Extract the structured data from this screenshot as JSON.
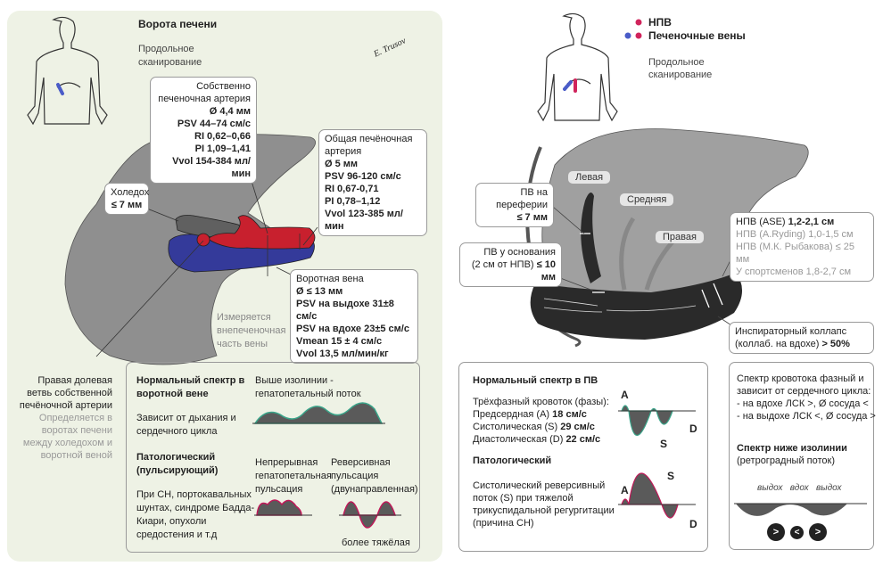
{
  "left": {
    "title": "Ворота печени",
    "scan": [
      "Продольное",
      "сканирование"
    ],
    "signature": "E. Trusov",
    "proper_artery": {
      "lines": [
        "Собственно",
        "печеночная артерия"
      ],
      "values": [
        "Ø 4,4 мм",
        "PSV 44–74 см/с",
        "RI 0,62–0,66",
        "PI 1,09–1,41",
        "Vvol 154-384 мл/мин"
      ]
    },
    "common_artery": {
      "lines": [
        "Общая печёночная",
        "артерия"
      ],
      "values": [
        "Ø 5 мм",
        "PSV 96-120 см/с",
        "RI 0,67-0,71",
        "PI 0,78–1,12",
        "Vvol 123-385 мл/мин"
      ]
    },
    "choledoch": {
      "name": "Холедох",
      "value": "≤ 7 мм"
    },
    "portal_vein": {
      "name": "Воротная вена",
      "values": [
        "Ø ≤ 13 мм",
        "PSV на выдохе 31±8 см/с",
        "PSV на вдохе 23±5 см/с",
        "Vmean 15 ± 4 см/с",
        "Vvol 13,5 мл/мин/кг"
      ]
    },
    "measured": [
      "Измеряется",
      "внепеченочная",
      "часть вены"
    ],
    "right_branch": {
      "lines": [
        "Правая долевая",
        "ветвь собственной",
        "печёночной артерии"
      ],
      "note": [
        "Определяется в",
        "воротах печени",
        "между холедохом и",
        "воротной веной"
      ]
    },
    "spectrum": {
      "normal_title": [
        "Нормальный спектр в",
        "воротной вене"
      ],
      "normal_desc": [
        "Зависит от дыхания и",
        "сердечного цикла"
      ],
      "above": [
        "Выше изолинии -",
        "гепатопетальный поток"
      ],
      "path_title": [
        "Патологический",
        "(пульсирующий)"
      ],
      "path_desc": [
        "При СН, портокавальных",
        "шунтах, синдроме Бадда-",
        "Киари, опухоли",
        "средостения и т.д"
      ],
      "continuous": [
        "Непрерывная",
        "гепатопетальная",
        "пульсация"
      ],
      "reverse": [
        "Реверсивная",
        "пульсация",
        "(двунаправленная)"
      ],
      "severe": "более тяжёлая"
    }
  },
  "right": {
    "legend": [
      {
        "label": "НПВ",
        "colors": [
          "#d0245c"
        ]
      },
      {
        "label": "Печеночные вены",
        "colors": [
          "#4a5cc8",
          "#d0245c"
        ]
      }
    ],
    "scan": [
      "Продольное",
      "сканирование"
    ],
    "veins": [
      "Левая",
      "Средняя",
      "Правая"
    ],
    "periphery": {
      "label": "ПВ на переферии",
      "value": "≤ 7 мм"
    },
    "base": {
      "label": "ПВ у основания",
      "label2": "(2 см от НПВ)",
      "value": "≤ 10 мм"
    },
    "ivc": {
      "ase_label": "НПВ (ASE)",
      "ase_value": "1,2-2,1 см",
      "other": [
        "НПВ (A.Ryding) 1,0-1,5 см",
        "НПВ (М.К. Рыбакова) ≤ 25 мм",
        "У спортсменов 1,8-2,7 см"
      ]
    },
    "collapse": {
      "line1": "Инспираторный коллапс",
      "line2": "(коллаб. на вдохе)",
      "value": "> 50%"
    },
    "hv_spectrum": {
      "title": "Нормальный спектр в ПВ",
      "intro": "Трёхфазный кровоток (фазы):",
      "phases": [
        {
          "label": "Предсердная (A)",
          "value": "18 см/с"
        },
        {
          "label": "Систолическая (S)",
          "value": "29 см/с"
        },
        {
          "label": "Диастолическая (D)",
          "value": "22 см/с"
        }
      ],
      "path_title": "Патологический",
      "path_desc": [
        "Систолический реверсивный",
        "поток  (S) при тяжелой",
        "трикуспидальной регургитации",
        "(причина СН)"
      ],
      "wave_labels": {
        "a": "A",
        "s": "S",
        "d": "D"
      }
    },
    "ivc_spectrum": {
      "desc": [
        "Спектр кровотока фазный и",
        "зависит от сердечного цикла:",
        "- на вдохе ЛСК >, Ø сосуда <",
        "- на выдохе ЛСК <,  Ø сосуда >"
      ],
      "below_title": "Спектр ниже изолинии",
      "below_sub": "(ретроградный поток)",
      "phases": [
        "выдох",
        "вдох",
        "выдох"
      ],
      "signs": [
        ">",
        "<",
        ">"
      ]
    }
  },
  "colors": {
    "artery": "#c8202e",
    "vein": "#343a9a",
    "liver": "#8f8f8f",
    "hv": "#2a2a2a",
    "wave": "#5a5a5a",
    "wave_edge_green": "#3aa58a",
    "wave_edge_pink": "#c01858"
  }
}
